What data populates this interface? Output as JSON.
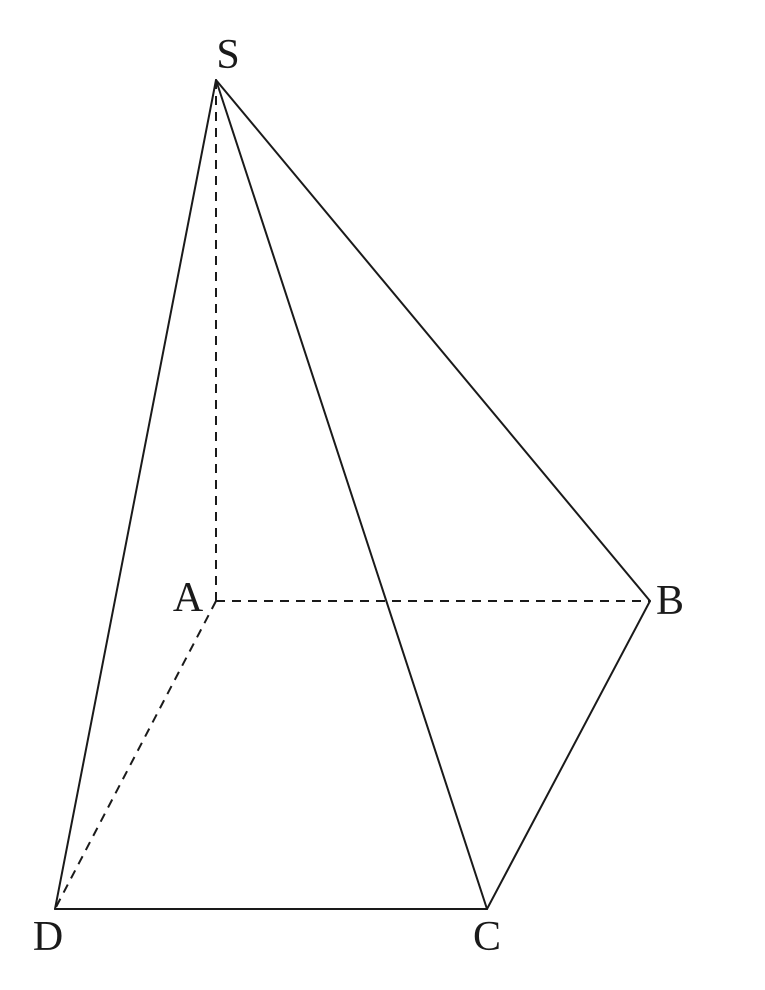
{
  "figure": {
    "type": "pyramid",
    "vertices": [
      {
        "id": "S",
        "label": "S"
      },
      {
        "id": "A",
        "label": "A"
      },
      {
        "id": "B",
        "label": "B"
      },
      {
        "id": "C",
        "label": "C"
      },
      {
        "id": "D",
        "label": "D"
      }
    ],
    "edges": [
      {
        "from": "S",
        "to": "D",
        "style": "solid"
      },
      {
        "from": "S",
        "to": "C",
        "style": "solid"
      },
      {
        "from": "S",
        "to": "B",
        "style": "solid"
      },
      {
        "from": "D",
        "to": "C",
        "style": "solid"
      },
      {
        "from": "C",
        "to": "B",
        "style": "solid"
      },
      {
        "from": "S",
        "to": "A",
        "style": "dashed"
      },
      {
        "from": "A",
        "to": "B",
        "style": "dashed"
      },
      {
        "from": "A",
        "to": "D",
        "style": "dashed"
      }
    ],
    "line_color": "#1a1a1a",
    "background": "#ffffff"
  }
}
